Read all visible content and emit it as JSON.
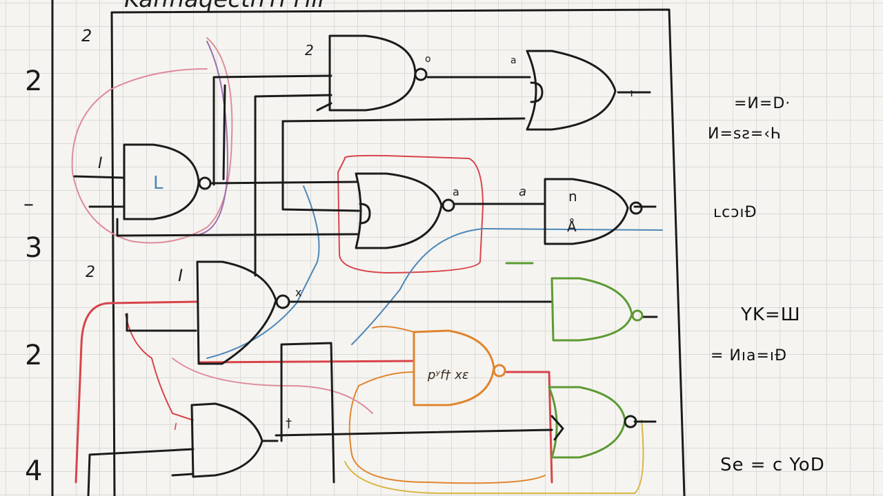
{
  "title_scribble": "Kaħhaqecth rr ı ııı",
  "margin_numbers": [
    "2",
    "–",
    "3",
    "2",
    "4"
  ],
  "side_notes": [
    "=И=D·",
    "И=ѕƨ=‹Һ",
    "ʟcɔıĐ",
    "ҮΚ=Ш",
    "= Иıa=ıĐ",
    "Se = c YoD"
  ],
  "gate_labels": {
    "top_nand_in": "2",
    "top_nand_out": "o",
    "top_or_in": "a",
    "top_or_out": "−ı−",
    "left_nand_in": "I",
    "left_nand_body": "L",
    "mid_nand_out": "a",
    "right_nand_in": "a",
    "right_nand_body1": "n",
    "right_nand_body2": "Å",
    "lower_nand_in": "I",
    "lower_nand_out": "x",
    "orange_body": "pʸf† xε",
    "bottom_nand_in": "ı",
    "bottom_nand_out": "†",
    "left_marker_top": "2",
    "left_marker_mid": "2"
  },
  "colors": {
    "ink": "#1b1b1b",
    "red": "#d8434a",
    "blue": "#4b86b8",
    "green": "#5c9a32",
    "orange": "#e0852e",
    "pink": "#df8b9b",
    "purple": "#9a6fb0",
    "yellow": "#d9b542"
  }
}
